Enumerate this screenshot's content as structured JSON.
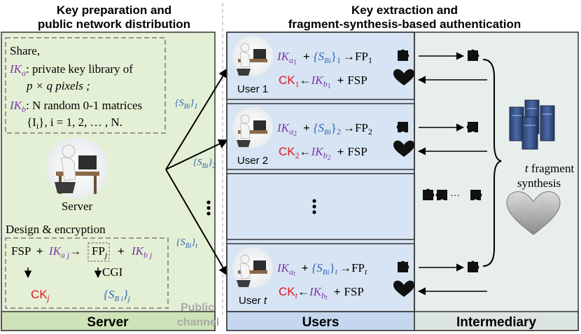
{
  "headers": {
    "left_line1": "Key preparation and",
    "left_line2": "public network distribution",
    "right_line1": "Key extraction and",
    "right_line2": "fragment-synthesis-based authentication"
  },
  "server_panel": {
    "share_title": "Share,",
    "ika_var": "IK",
    "ika_sub": "a",
    "ika_desc1": ": private key library of",
    "ika_desc2": "p × q pixels ;",
    "ikb_var": "IK",
    "ikb_sub": "b",
    "ikb_desc1": ": N random 0-1 matrices",
    "ikb_desc2": "{I",
    "ikb_desc2_sub": "i",
    "ikb_desc2_rest": "},   i = 1, 2, … , N.",
    "server_label": "Server",
    "design_title": "Design & encryption",
    "fsp": "FSP",
    "plus": "+",
    "ikaj": "IK",
    "ikaj_sub": "a j",
    "arrow": "→",
    "fpj": "FP",
    "fpj_sub": "j",
    "ikbj": "IK",
    "ikbj_sub": "b j",
    "ckj": "CK",
    "ckj_sub": "j",
    "cgi": "CGI",
    "sbij": "{S",
    "sbij_sub": "B i",
    "sbij_rest": "}",
    "sbij_sub2": "j",
    "footer": "Server"
  },
  "channel": {
    "s1": "{S",
    "s1_sub": "Bi",
    "s1_close": "}",
    "s1_idx": "1",
    "s2_idx": "2",
    "st_idx": "t",
    "footer1": "Public",
    "footer2": "channel"
  },
  "users": [
    {
      "label": "User 1",
      "ika_sub": "a",
      "ika_idx": "1",
      "s_idx": "1",
      "fp_idx": "1",
      "ck_idx": "1",
      "ikb_idx": "1"
    },
    {
      "label": "User 2",
      "ika_sub": "a",
      "ika_idx": "2",
      "s_idx": "2",
      "fp_idx": "2",
      "ck_idx": "2",
      "ikb_idx": "2"
    },
    {
      "label": "User t",
      "ika_sub": "a",
      "ika_idx": "t",
      "s_idx": "t",
      "fp_idx": "t",
      "ck_idx": "t",
      "ikb_idx": "t"
    }
  ],
  "user_eq": {
    "ik": "IK",
    "plus": "+",
    "s_open": "{S",
    "s_sub": "Bi",
    "s_close": "}",
    "arrow_r": "→",
    "fp": "FP",
    "ck": "CK",
    "arrow_l": "←",
    "ikb_sub": "b",
    "fsp": "FSP"
  },
  "users_footer": "Users",
  "intermediary": {
    "t_var": "t",
    "line1": " fragment",
    "line2": "synthesis",
    "footer": "Intermediary",
    "ellipsis": "···"
  },
  "colors": {
    "server_bg": "#e4f0d5",
    "users_bg": "#d7e4f3",
    "inter_bg": "#e8eeeb",
    "purple": "#7a3aa7",
    "blue": "#2f63b4",
    "red": "#e2161c"
  }
}
